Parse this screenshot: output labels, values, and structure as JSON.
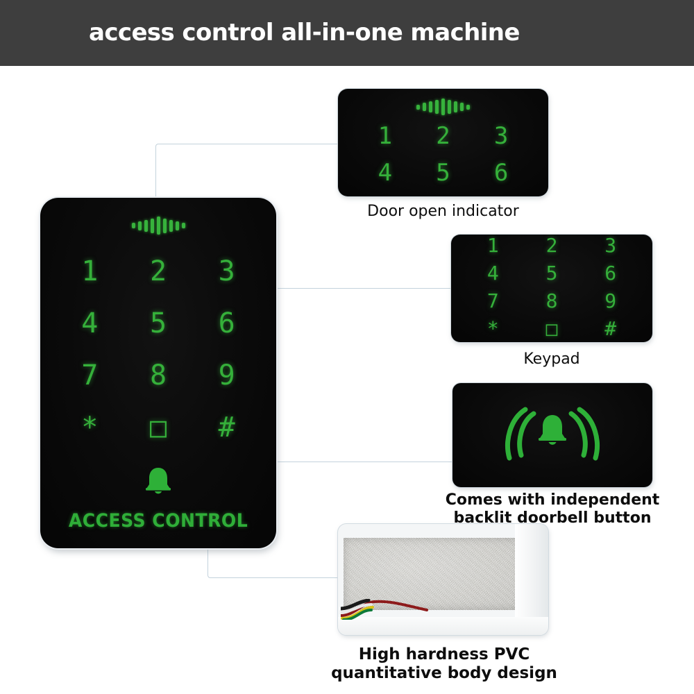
{
  "header": {
    "title": "access control all-in-one machine",
    "background_color": "#3e3e3e",
    "text_color": "#ffffff"
  },
  "theme": {
    "led_green": "#35b03a",
    "panel_black": "#0a0a0a",
    "connector_line": "#c3d2dc",
    "page_background": "#ffffff"
  },
  "device": {
    "name": "access-control-keypad",
    "brand_text": "ACCESS CONTROL",
    "indicator_bar_heights": [
      8,
      13,
      17,
      21,
      26,
      21,
      17,
      13,
      8
    ],
    "keys": [
      "1",
      "2",
      "3",
      "4",
      "5",
      "6",
      "7",
      "8",
      "9",
      "*",
      "□",
      "#"
    ],
    "bell_icon": "bell-icon"
  },
  "callouts": [
    {
      "id": "door-open-indicator",
      "caption": "Door open indicator",
      "indicator_bar_heights": [
        7,
        12,
        16,
        20,
        24,
        20,
        16,
        12,
        7
      ],
      "keys": [
        "1",
        "2",
        "3",
        "4",
        "5",
        "6"
      ]
    },
    {
      "id": "keypad",
      "caption": "Keypad",
      "keys": [
        "1",
        "2",
        "3",
        "4",
        "5",
        "6",
        "7",
        "8",
        "9",
        "*",
        "□",
        "#"
      ]
    },
    {
      "id": "doorbell",
      "caption": "Comes with independent\nbacklit doorbell button",
      "icon": "ringing-bell-icon"
    },
    {
      "id": "pvc-body",
      "caption": "High hardness PVC\nquantitative body design",
      "wire_colors": [
        "#1a1a1a",
        "#0e7a3a",
        "#d8c316",
        "#8d1b1b",
        "#e8e8e8"
      ]
    }
  ]
}
